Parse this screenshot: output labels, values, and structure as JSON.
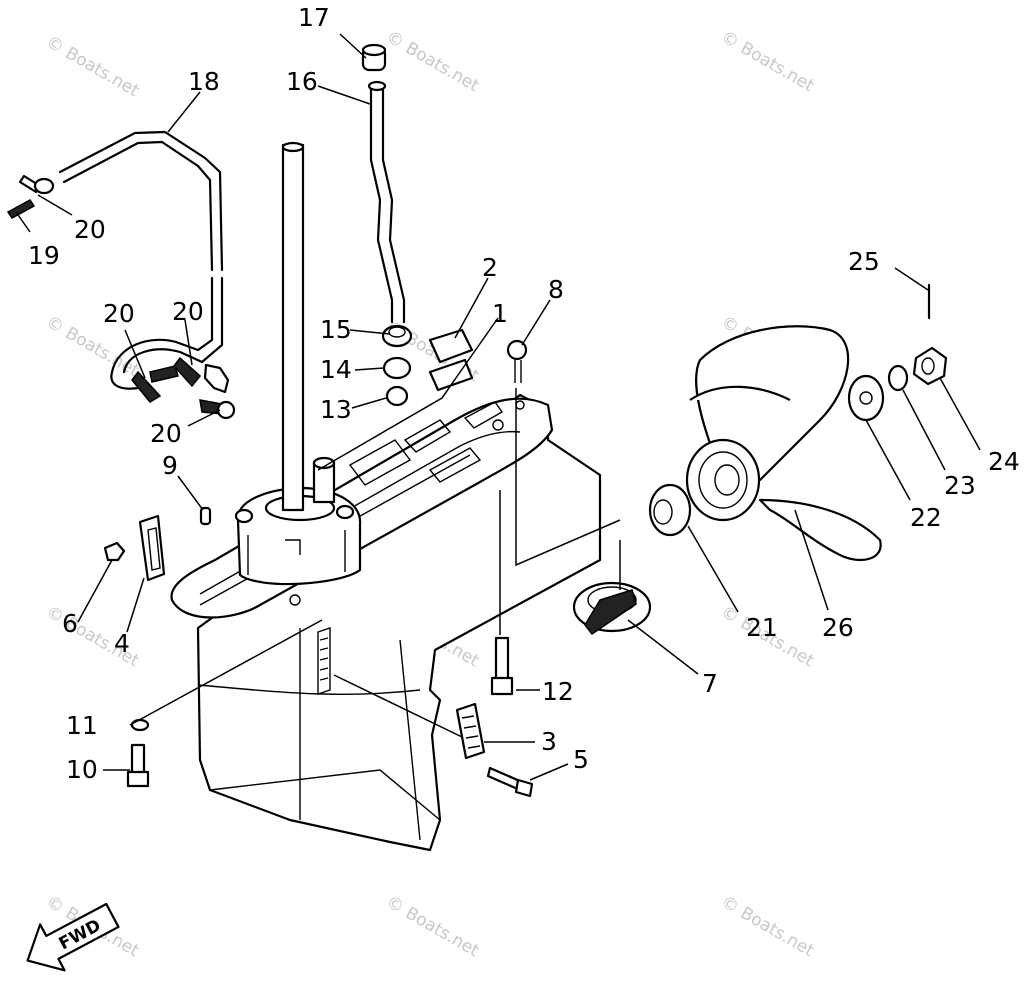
{
  "diagram": {
    "watermark": "© Boats.net",
    "fwd_label": "FWD",
    "callouts": {
      "c1": "1",
      "c2": "2",
      "c3": "3",
      "c4": "4",
      "c5": "5",
      "c6": "6",
      "c7": "7",
      "c8": "8",
      "c9": "9",
      "c10": "10",
      "c11": "11",
      "c12": "12",
      "c13": "13",
      "c14": "14",
      "c15": "15",
      "c16": "16",
      "c17": "17",
      "c18": "18",
      "c19": "19",
      "c20a": "20",
      "c20b": "20",
      "c20c": "20",
      "c20d": "20",
      "c21": "21",
      "c22": "22",
      "c23": "23",
      "c24": "24",
      "c25": "25",
      "c26": "26"
    }
  }
}
